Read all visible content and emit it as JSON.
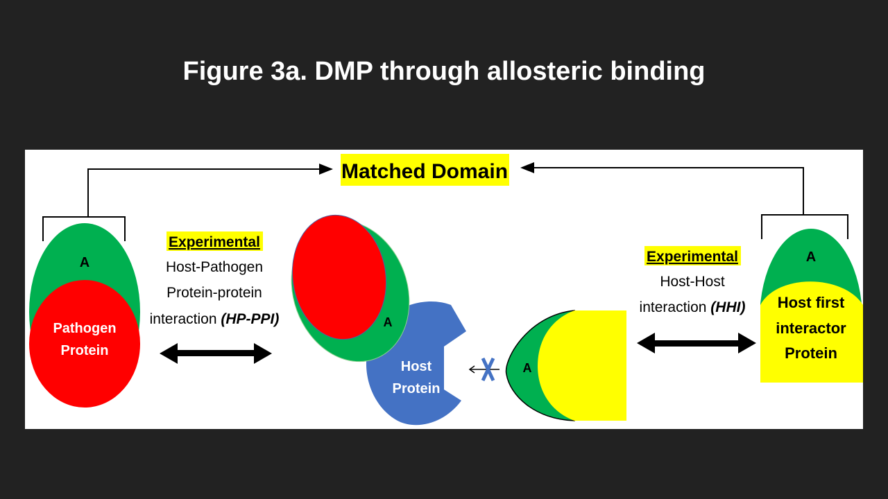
{
  "title": "Figure 3a. DMP through allosteric binding",
  "matched_domain": "Matched Domain",
  "domain_label": "A",
  "pathogen": {
    "line1": "Pathogen",
    "line2": "Protein"
  },
  "left_interaction": {
    "heading": "Experimental",
    "line1": "Host-Pathogen",
    "line2": "Protein-protein",
    "line3": "interaction ",
    "abbr": "(HP-PPI)"
  },
  "host": {
    "line1": "Host",
    "line2": "Protein"
  },
  "right_interaction": {
    "heading": "Experimental",
    "line1": "Host-Host",
    "line2": "interaction ",
    "abbr": "(HHI)"
  },
  "host_first": {
    "line1": "Host first",
    "line2": "interactor",
    "line3": "Protein"
  },
  "colors": {
    "background": "#222222",
    "red": "#ff0000",
    "green": "#00b050",
    "yellow": "#ffff00",
    "blue": "#4472c4"
  }
}
